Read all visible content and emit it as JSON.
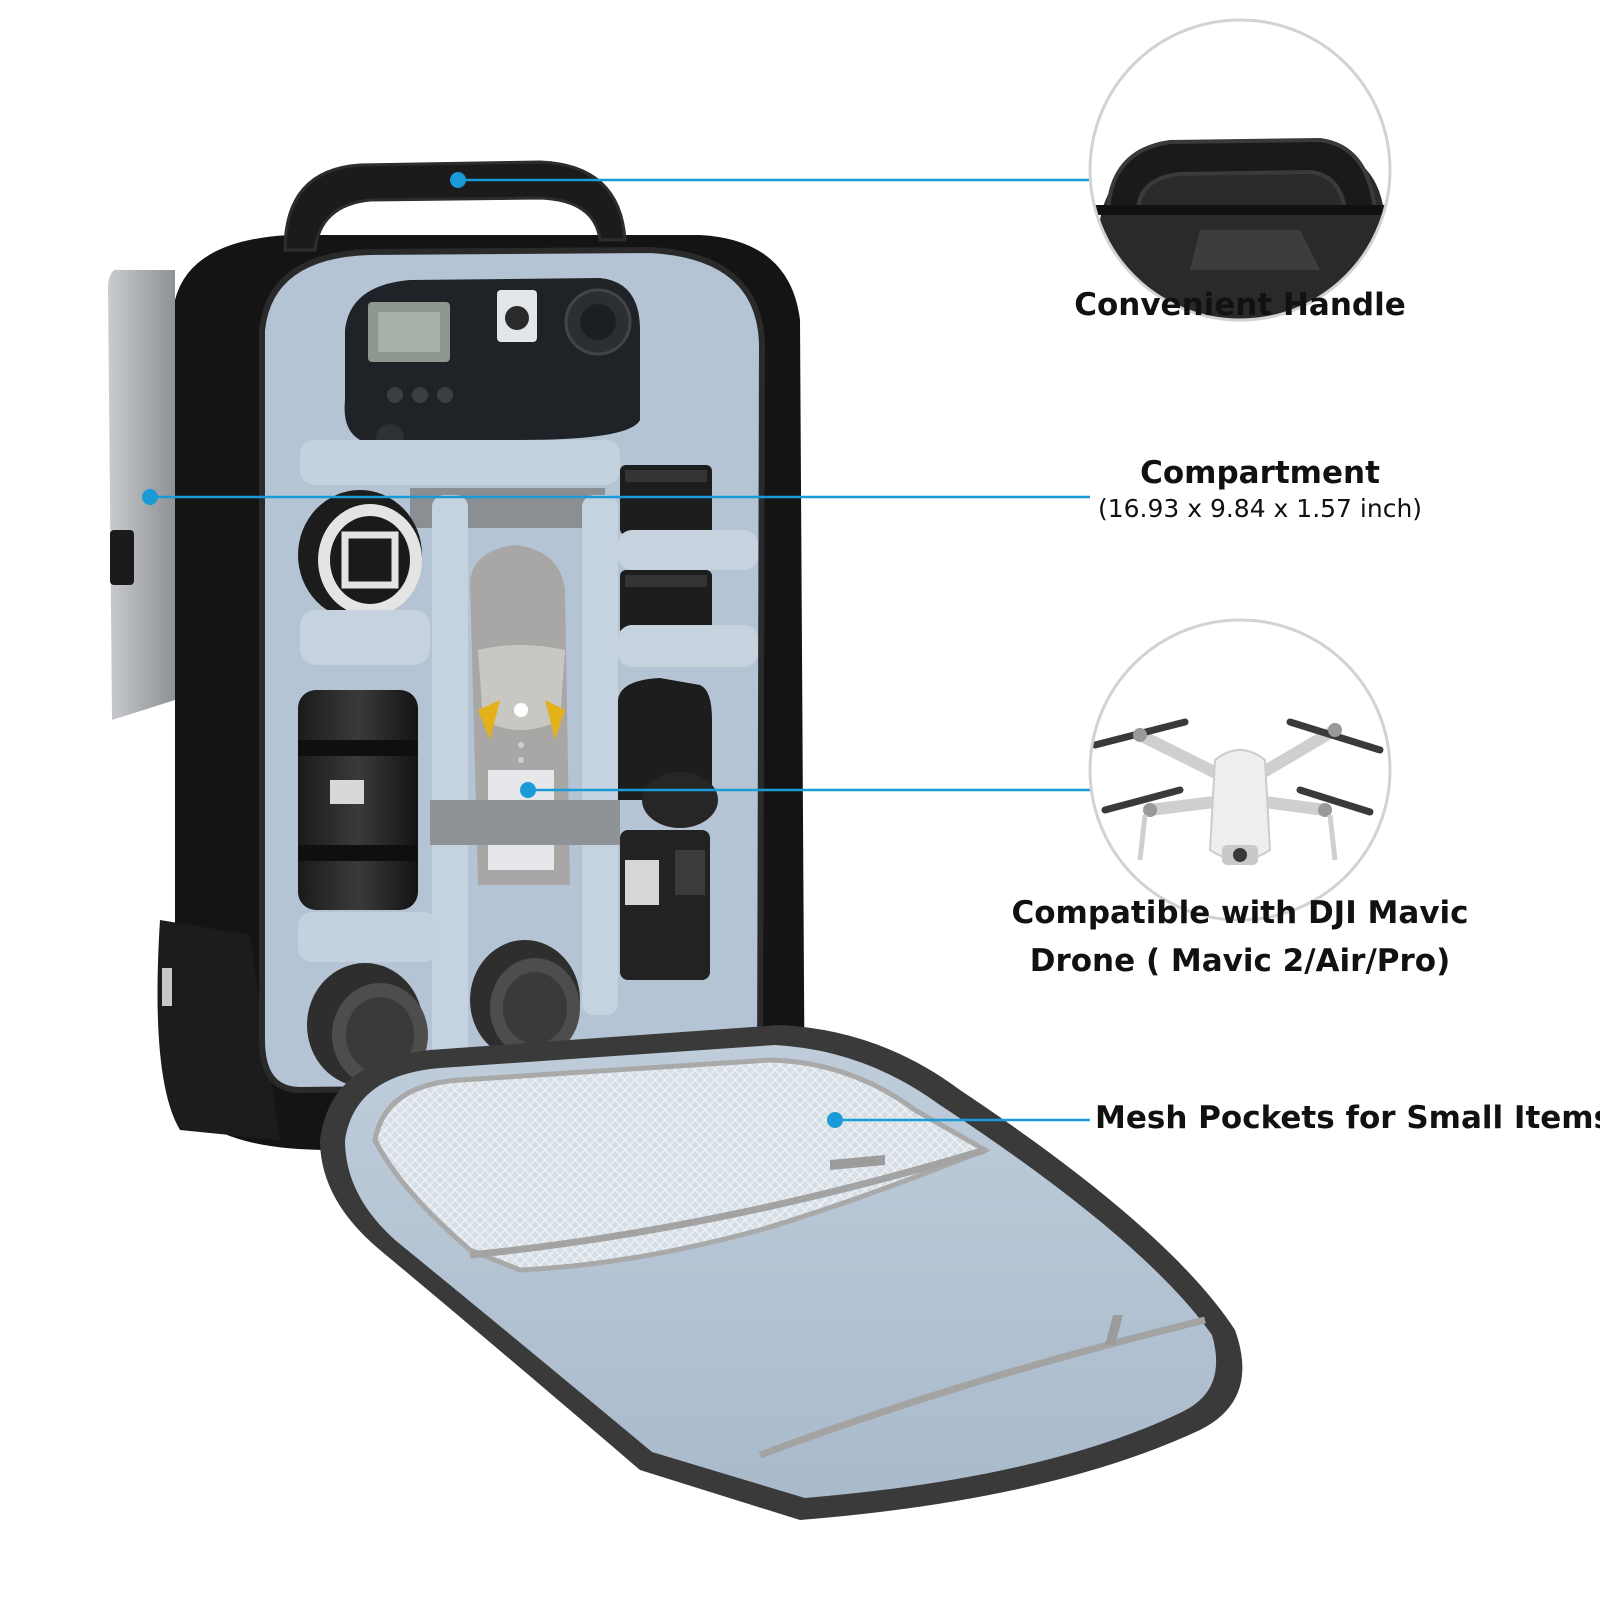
{
  "callouts": {
    "handle": {
      "title": "Convenient Handle"
    },
    "compartment": {
      "title": "Compartment",
      "dimensions": "(16.93 x 9.84 x 1.57 inch)"
    },
    "drone": {
      "line1": "Compatible with DJI Mavic",
      "line2": "Drone ( Mavic 2/Air/Pro)"
    },
    "mesh": {
      "title": "Mesh Pockets for Small Items"
    }
  },
  "colors": {
    "accent": "#1a9ad6",
    "bag_body": "#151515",
    "lining": "#b7c6d6",
    "lining_dark": "#9fb1c4",
    "divider": "#c5d2df",
    "text": "#111111"
  },
  "icons": {
    "handle_zoom": "handle-closeup-image",
    "drone_zoom": "mini-drone-image",
    "bag": "camera-backpack-image"
  }
}
